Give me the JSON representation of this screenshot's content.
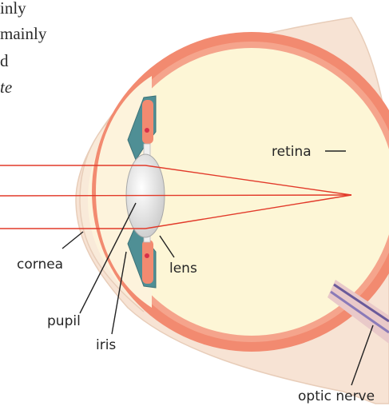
{
  "text_fragments": [
    "inly",
    "mainly",
    "d",
    "te"
  ],
  "labels": {
    "retina": "retina",
    "cornea": "cornea",
    "lens": "lens",
    "pupil": "pupil",
    "iris": "iris",
    "optic_nerve": "optic nerve"
  },
  "colors": {
    "sclera": "#f7e3d4",
    "retina": "#f28a70",
    "vitreous": "#fdf6d6",
    "iris": "#4f8f95",
    "lens": "#dedede",
    "light_ray": "#e23a2a",
    "optic_nerve": "#6a5a9a"
  }
}
